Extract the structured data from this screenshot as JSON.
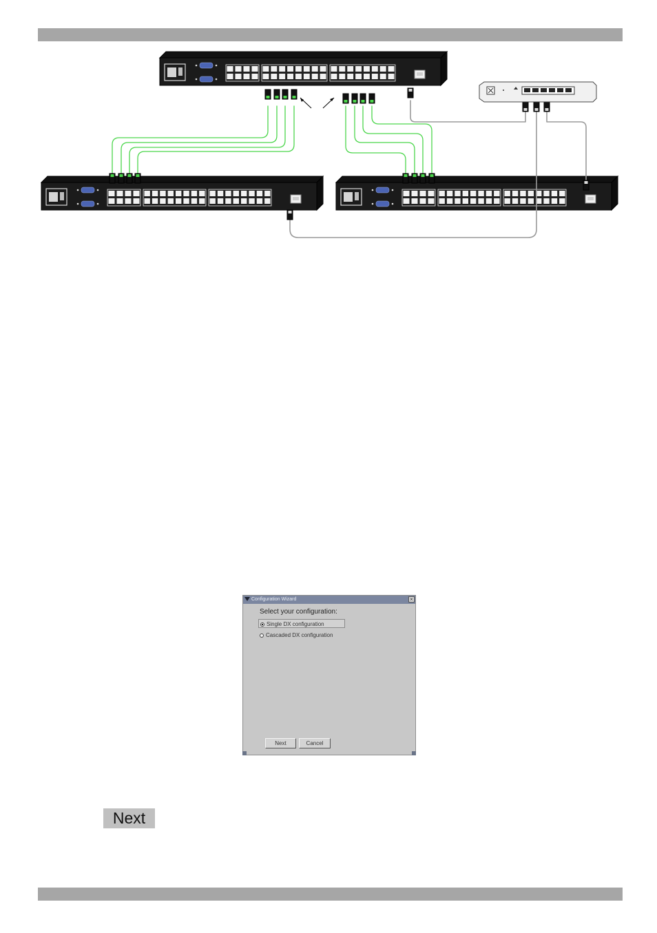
{
  "dialog": {
    "title": "Configuration Wizard",
    "prompt": "Select your configuration:",
    "options": [
      {
        "label": "Single DX configuration",
        "selected": true
      },
      {
        "label": "Cascaded DX configuration",
        "selected": false
      }
    ],
    "next_label": "Next",
    "cancel_label": "Cancel"
  },
  "next_button_label": "Next",
  "colors": {
    "header_bar": "#a6a6a6",
    "device_body": "#1b1b1b",
    "green_cable": "#4cd64c",
    "gray_cable": "#9a9a9a",
    "serial_port": "#4b64b4"
  }
}
